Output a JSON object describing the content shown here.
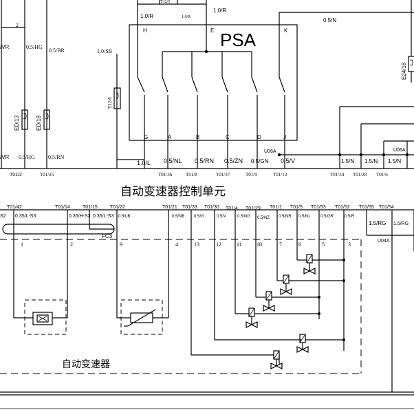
{
  "psa": {
    "label": "PSA"
  },
  "ecu": {
    "title": "自动变速器控制单元"
  },
  "transmission": {
    "title": "自动变速器"
  },
  "top": {
    "w1": "1.0/R",
    "w2": "1.0/R",
    "w3": "1.0/R",
    "w4": "0.5/N",
    "w5": "T12/5",
    "pin2": "2",
    "w_vr": "/VR",
    "w_hg": "0.5/HG",
    "w_br": "0.5/BR",
    "w_sb": "1.0/SB",
    "ed13": "ED/13",
    "ed18": "ED/18",
    "t12_6": "T12/6",
    "e24_18": "E24/18",
    "w_vr2": "/VR",
    "w_hg2": "0.5/HG",
    "w_rn": "0.5/RN"
  },
  "psa_pins": {
    "H": "H",
    "E": "E",
    "K": "K",
    "G": "G",
    "A": "A",
    "B": "B",
    "C": "C",
    "D": "D",
    "J": "J"
  },
  "psa_wires": {
    "l": "1.0/L",
    "nl": "0.5/NL",
    "rn": "0.5/RN",
    "zn": "0.5/ZN",
    "gn": "0.5/GN",
    "v": "0.5/V",
    "u06a_1": "U06A",
    "u06a_2": "U06A",
    "n1": "1.5/N",
    "n2": "1.5/N",
    "n3": "1.5/N"
  },
  "ecu_top_pins": {
    "p1": "T01/2",
    "p2": "T01/25",
    "p3": "T01/36",
    "p4": "T01/8",
    "p5": "T01/37",
    "p6": "T01/9",
    "p7": "T01/13",
    "p8": "T01/34",
    "p9": "T01/28",
    "p10": "T01/6"
  },
  "ecu_bottom_pins": {
    "p1": "T01/42",
    "p2": "T01/14",
    "p3": "T01/15",
    "p4": "T01/22",
    "p5": "T01/21",
    "p6": "T01/33",
    "p7": "T01/30",
    "p8": "T01/4",
    "p9": "T01/29",
    "p10": "T01/1",
    "p11": "T01/5",
    "p12": "T01/53",
    "p13": "T01/52",
    "p14": "T01/55",
    "p15": "T01/54"
  },
  "ecu_bottom_wires": {
    "s2": "S2",
    "ls3": "0.35/L-S3",
    "hs3": "0.35/H-S3",
    "ls3b": "0.35/L-S3",
    "lb": "0.5/LB",
    "nb": "0.5/NB",
    "g": "0.5/G",
    "v": "0.5/V",
    "ng": "0.5/NG",
    "nz": "0.5/NZ",
    "nr": "0.5/NR",
    "nl": "0.5/NL",
    "gr": "0.5/GR",
    "r": "0.5/R",
    "rg1": "1.5/RG",
    "rg2": "1.5/RG",
    "fc3": "FC3",
    "u04a": "U04A"
  },
  "trans_pins": {
    "p1": "1",
    "p2": "2",
    "p9": "9",
    "p4": "4",
    "p13": "13",
    "p12": "12",
    "p11": "11",
    "p10": "10",
    "p7": "7",
    "p6": "6",
    "p5": "5",
    "p3": "3"
  }
}
